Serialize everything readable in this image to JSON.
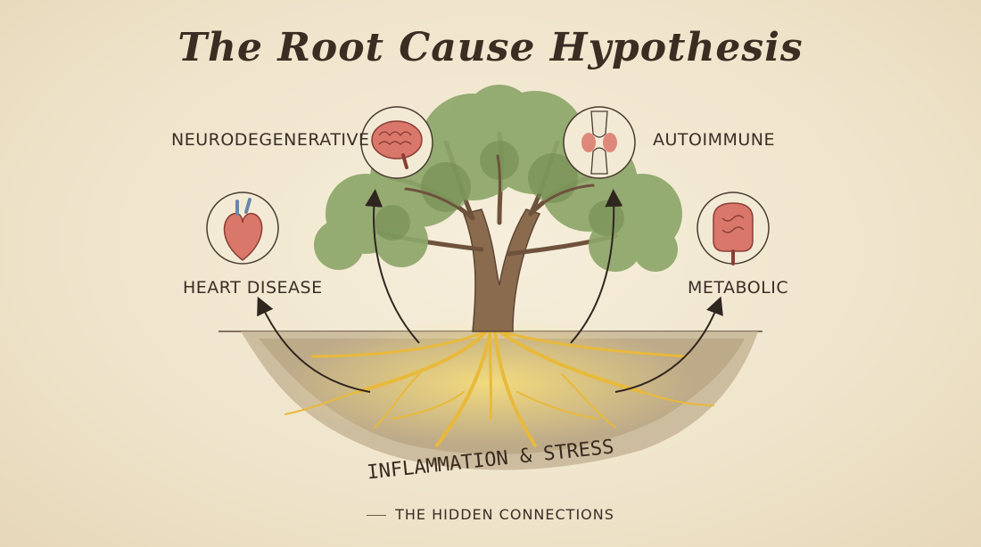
{
  "title": "The Root Cause Hypothesis",
  "conditions": {
    "neurodegenerative": {
      "label": "NEURODEGENERATIVE",
      "icon": "brain-icon"
    },
    "autoimmune": {
      "label": "AUTOIMMUNE",
      "icon": "joint-icon"
    },
    "heart_disease": {
      "label": "HEART DISEASE",
      "icon": "heart-icon"
    },
    "metabolic": {
      "label": "METABOLIC",
      "icon": "intestine-icon"
    }
  },
  "root_label": "INFLAMMATION & STRESS",
  "footer": "THE HIDDEN CONNECTIONS",
  "colors": {
    "background": "#efe4cc",
    "ink": "#3a2e26",
    "foliage": "#8da66a",
    "trunk": "#8a6b4e",
    "roots_glow": "#f2c93f",
    "soil": "#b8a488",
    "organ_red": "#d9776a"
  }
}
